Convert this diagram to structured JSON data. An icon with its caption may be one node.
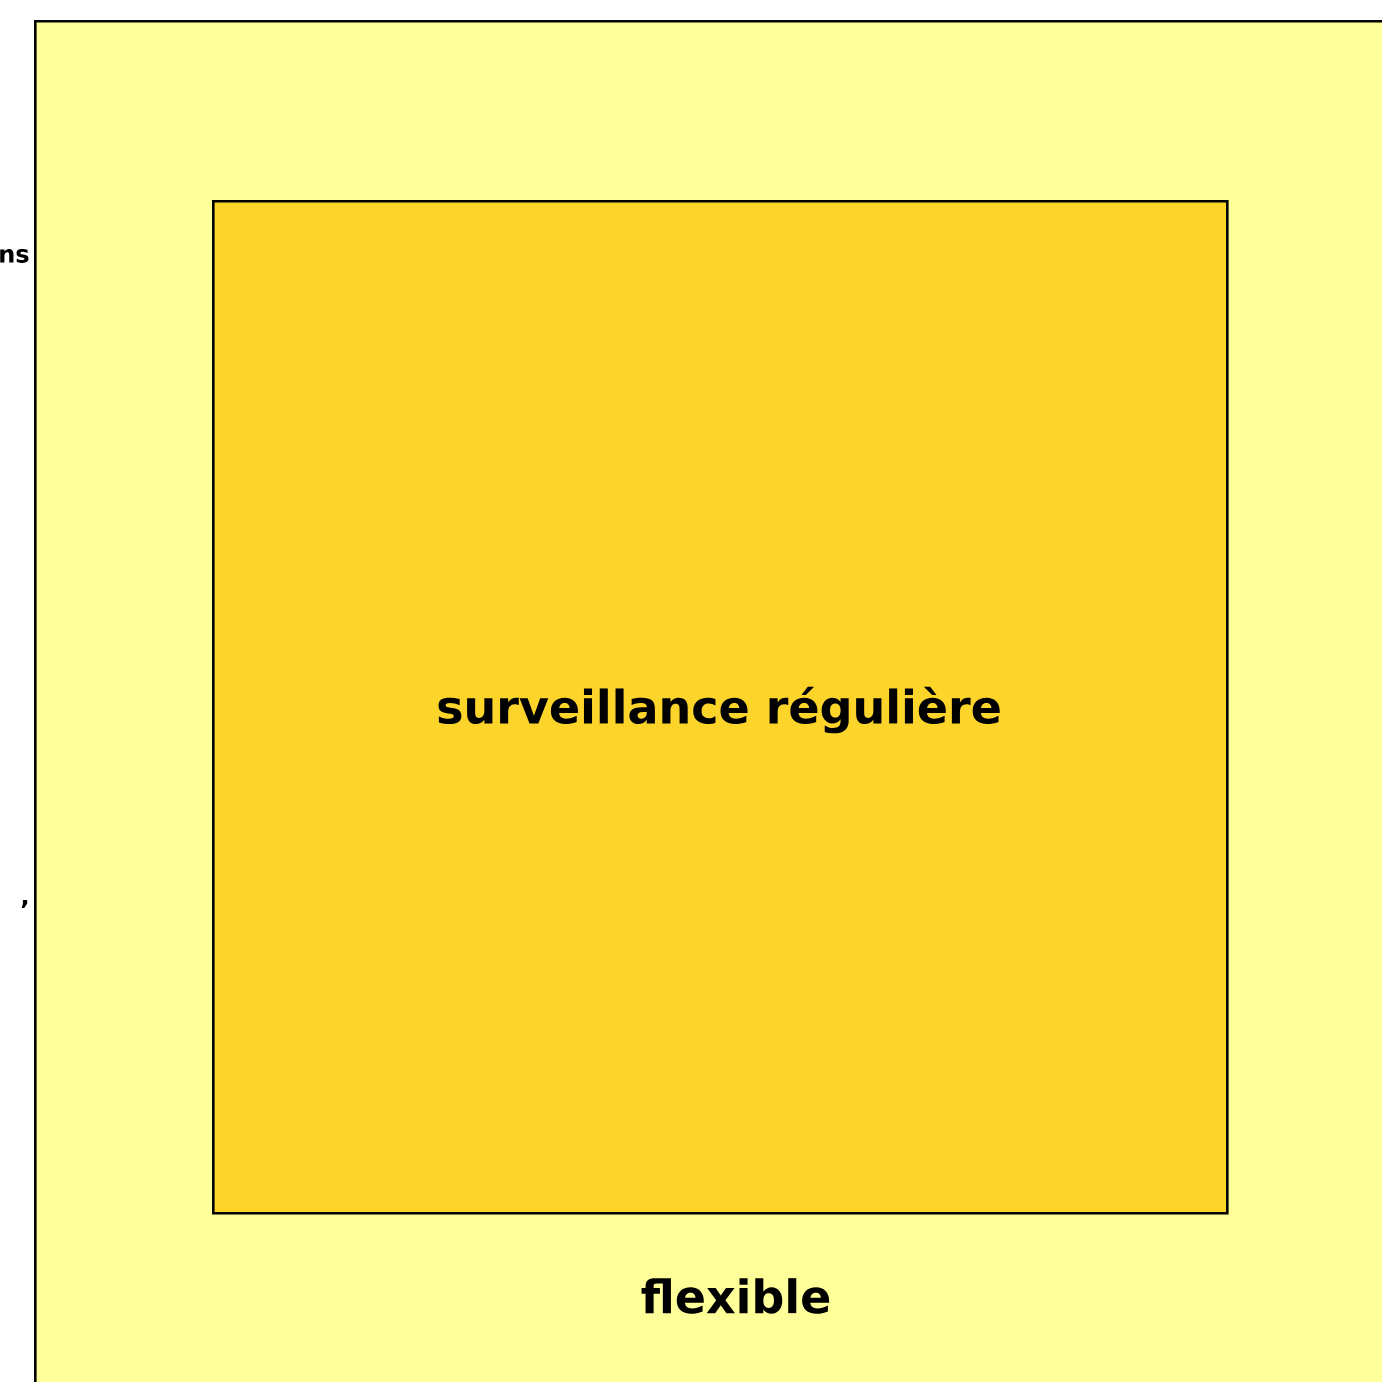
{
  "diagram": {
    "nodes": [
      {
        "text": [
          "flexible"
        ]
      },
      {
        "text": [
          "surveillance régulière"
        ],
        "in": 0
      }
    ],
    "labels": [
      "ns",
      ","
    ]
  }
}
